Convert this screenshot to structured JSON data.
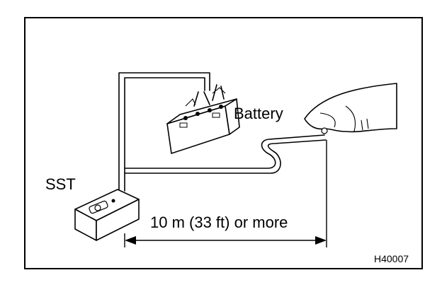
{
  "labels": {
    "battery": "Battery",
    "sst": "SST",
    "distance": "10 m (33 ft) or more",
    "figure_code": "H40007"
  },
  "colors": {
    "ink": "#000000",
    "paper": "#ffffff"
  }
}
